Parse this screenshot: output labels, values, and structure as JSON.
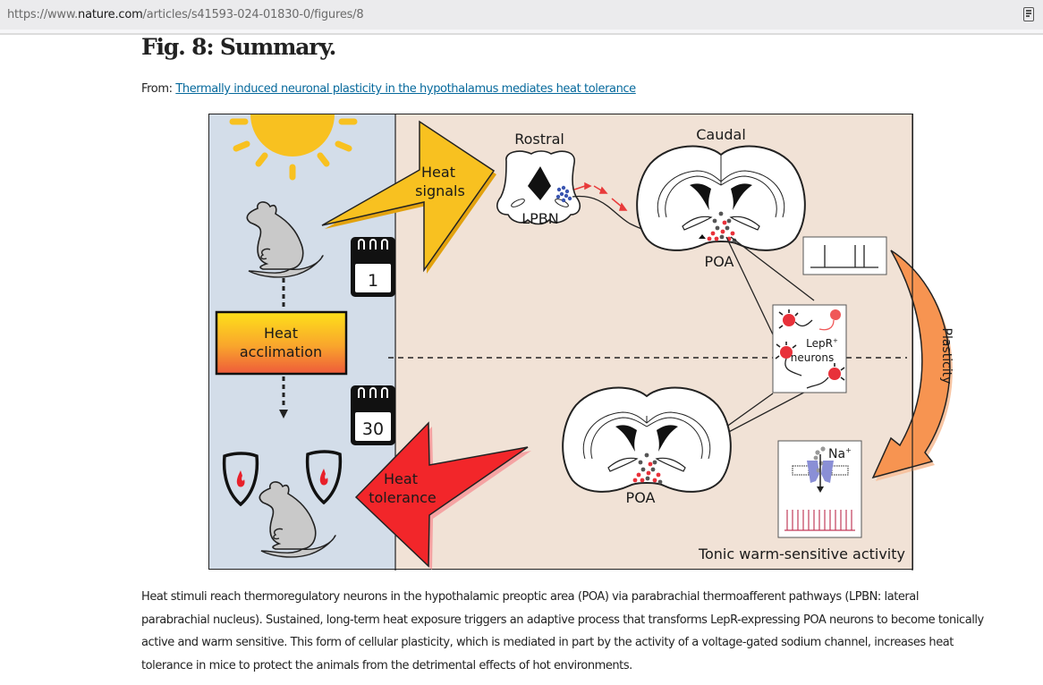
{
  "browser": {
    "url_prefix": "https://www.",
    "url_host": "nature.com",
    "url_path": "/articles/s41593-024-01830-0/figures/8",
    "reader_icon": "reader-view-icon"
  },
  "page": {
    "title": "Fig. 8: Summary.",
    "from_label": "From: ",
    "article_link": "Thermally induced neuronal plasticity in the hypothalamus mediates heat tolerance"
  },
  "figure": {
    "heat_signals": [
      "Heat",
      "signals"
    ],
    "heat_acclimation": [
      "Heat",
      "acclimation"
    ],
    "heat_tolerance": [
      "Heat",
      "tolerance"
    ],
    "day_start": "1",
    "day_end": "30",
    "rostral": "Rostral",
    "caudal": "Caudal",
    "lpbn": "LPBN",
    "poa_top": "POA",
    "poa_bottom": "POA",
    "lepr_neurons": [
      "LepR",
      "+",
      "neurons"
    ],
    "na_label": "Na",
    "na_charge": "+",
    "plasticity": "Plasticity",
    "tonic_activity": "Tonic warm-sensitive activity",
    "colors": {
      "left_panel": "#d3dde9",
      "right_panel": "#f1e2d6",
      "sun": "#f8c120",
      "heat_signals_arrow": "#f8c120",
      "heat_tolerance_arrow": "#f2262a",
      "plasticity_arrow": "#f79451",
      "neuron_red": "#e8313a",
      "channel_purple": "#8a8fd6",
      "spike_red": "#c23b5a",
      "lpbn_dots": "#3a55b0"
    }
  },
  "caption": {
    "lines": [
      "Heat stimuli reach thermoregulatory neurons in the hypothalamic preoptic area (POA) via parabrachial thermoafferent pathways (LPBN: lateral",
      "parabrachial nucleus). Sustained, long-term heat exposure triggers an adaptive process that transforms LepR-expressing POA neurons to become tonically",
      "active and warm sensitive. This form of cellular plasticity, which is mediated in part by the activity of a voltage-gated sodium channel, increases heat",
      "tolerance in mice to protect the animals from the detrimental effects of hot environments."
    ]
  }
}
